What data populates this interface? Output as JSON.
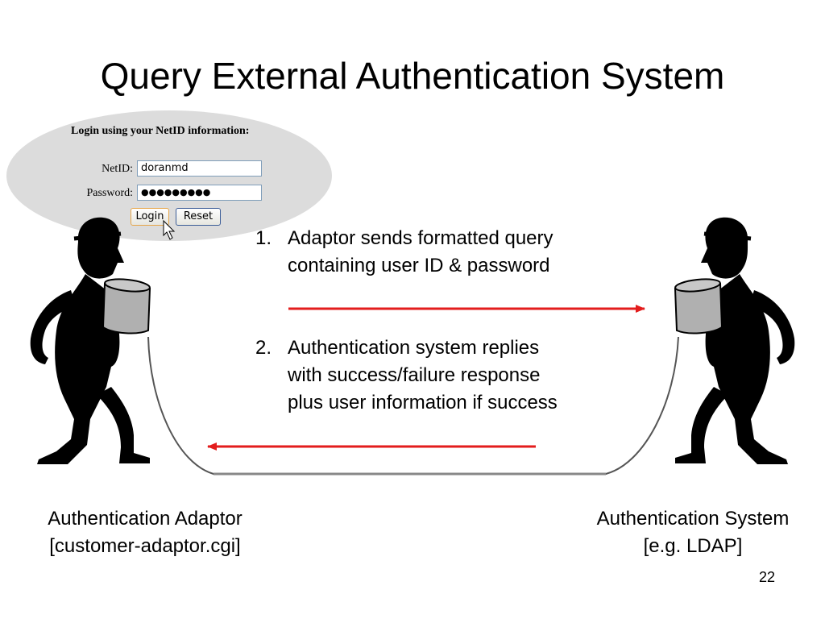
{
  "slide": {
    "title": "Query External Authentication System",
    "page_number": "22"
  },
  "login_form": {
    "heading": "Login using your NetID information:",
    "netid_label": "NetID:",
    "netid_value": "doranmd",
    "password_label": "Password:",
    "password_mask": "●●●●●●●●●",
    "login_button": "Login",
    "reset_button": "Reset"
  },
  "steps": [
    {
      "number": "1.",
      "text": "Adaptor sends formatted query containing user ID & password"
    },
    {
      "number": "2.",
      "text": "Authentication system replies with success/failure response plus user information if success"
    }
  ],
  "captions": {
    "adaptor_line1": "Authentication Adaptor",
    "adaptor_line2": "[customer-adaptor.cgi]",
    "system_line1": "Authentication System",
    "system_line2": "[e.g. LDAP]"
  },
  "colors": {
    "arrow": "#e31d1d",
    "string": "#555555",
    "figure": "#000000",
    "can": "#b0b0b0",
    "bubble": "#dcdcdc"
  },
  "icons": [
    "mouse-cursor-icon",
    "tin-can-phone-icon",
    "person-silhouette-icon"
  ]
}
